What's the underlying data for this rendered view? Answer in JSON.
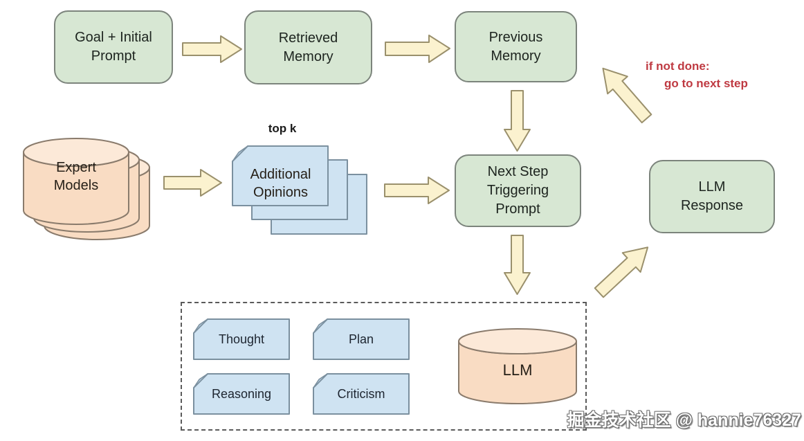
{
  "flowchart": {
    "nodes": {
      "goal_initial_prompt": {
        "label": "Goal + Initial Prompt",
        "shape": "rounded-box"
      },
      "retrieved_memory": {
        "label": "Retrieved Memory",
        "shape": "rounded-box"
      },
      "previous_memory": {
        "label": "Previous Memory",
        "shape": "rounded-box"
      },
      "expert_models": {
        "label": "Expert Models",
        "shape": "cylinder-stack"
      },
      "additional_opinions": {
        "label": "Additional Opinions",
        "shape": "note-stack"
      },
      "next_step_triggering_prompt": {
        "label": "Next Step Triggering Prompt",
        "shape": "rounded-box"
      },
      "llm_response": {
        "label": "LLM Response",
        "shape": "rounded-box"
      },
      "llm": {
        "label": "LLM",
        "shape": "cylinder"
      },
      "thought": {
        "label": "Thought",
        "shape": "note-card"
      },
      "plan": {
        "label": "Plan",
        "shape": "note-card"
      },
      "reasoning": {
        "label": "Reasoning",
        "shape": "note-card"
      },
      "criticism": {
        "label": "Criticism",
        "shape": "note-card"
      }
    },
    "annotations": {
      "top_k": "top k",
      "loop_condition_line1": "if not done:",
      "loop_condition_line2": "go to next step"
    },
    "edges": [
      {
        "from": "goal_initial_prompt",
        "to": "retrieved_memory"
      },
      {
        "from": "retrieved_memory",
        "to": "previous_memory"
      },
      {
        "from": "previous_memory",
        "to": "next_step_triggering_prompt"
      },
      {
        "from": "expert_models",
        "to": "additional_opinions"
      },
      {
        "from": "additional_opinions",
        "to": "next_step_triggering_prompt"
      },
      {
        "from": "next_step_triggering_prompt",
        "to": "llm"
      },
      {
        "from": "llm",
        "to": "llm_response"
      },
      {
        "from": "llm_response",
        "to": "previous_memory",
        "label": "if not done: go to next step"
      }
    ],
    "dashed_group_members": [
      "thought",
      "plan",
      "reasoning",
      "criticism",
      "llm"
    ],
    "watermark": "掘金技术社区 @ hannie76327",
    "colors": {
      "box_green_fill": "#d7e7d3",
      "box_green_stroke": "#7c847c",
      "note_blue_fill": "#cfe3f2",
      "note_blue_stroke": "#7b909f",
      "cylinder_peach_fill": "#f9dcc3",
      "cylinder_peach_stroke": "#8a7b6c",
      "arrow_fill": "#fbf2cf",
      "arrow_stroke": "#9a906c",
      "annotation_red": "#bf3a42",
      "background": "#ffffff"
    }
  }
}
